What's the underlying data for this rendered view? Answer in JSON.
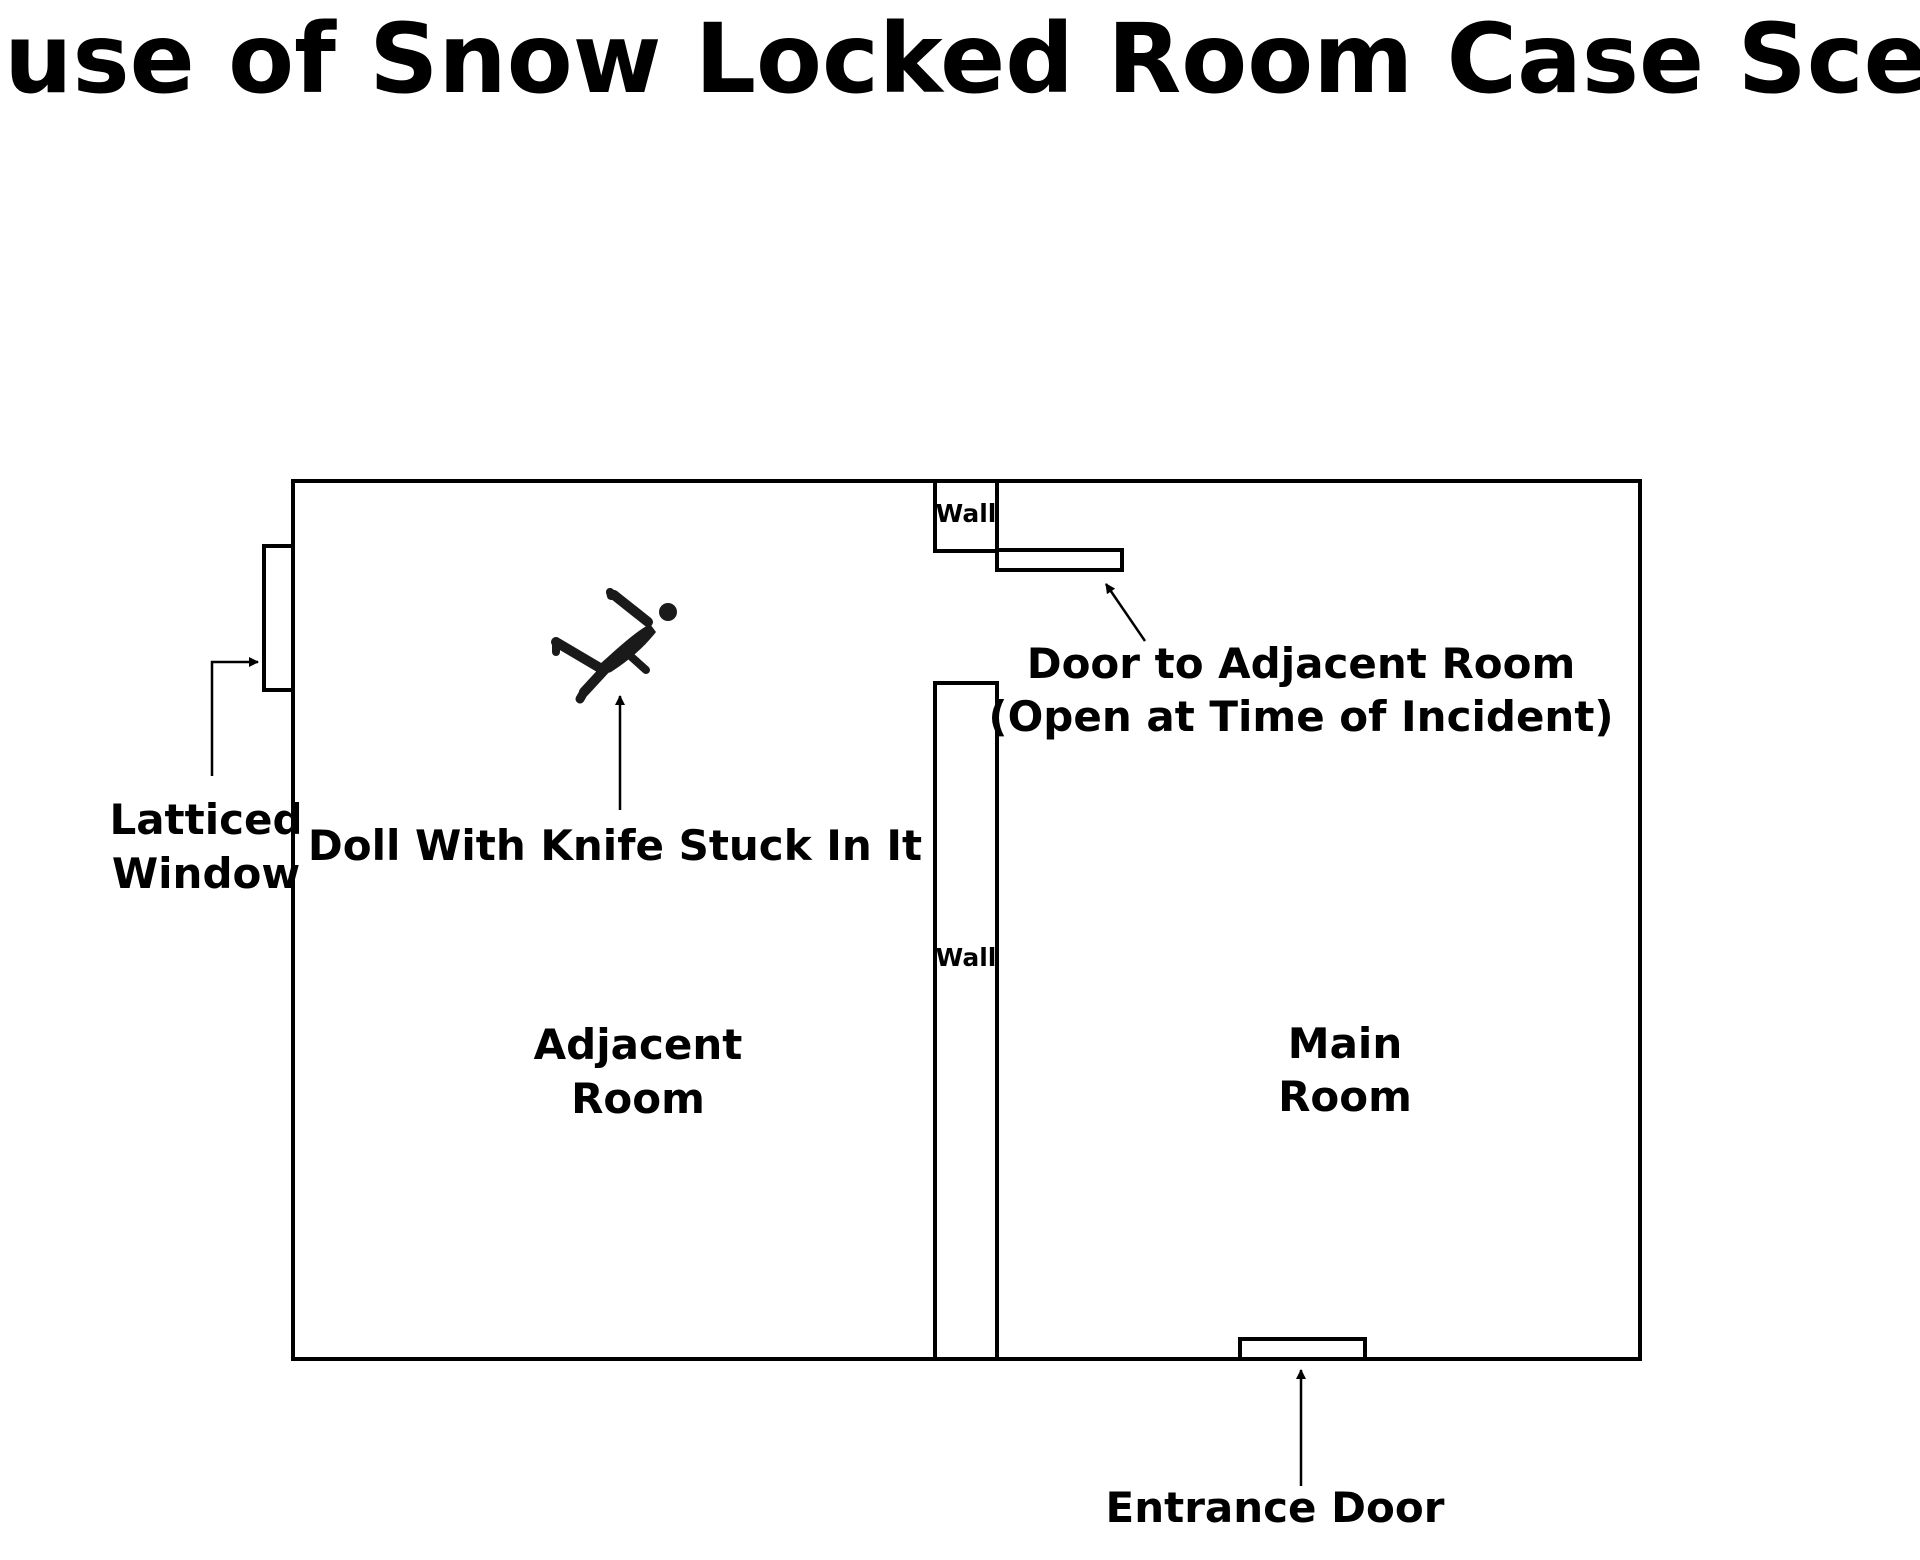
{
  "title": "House of Snow Locked Room Case Scene",
  "colors": {
    "ink": "#000000",
    "background": "#ffffff"
  },
  "labels": {
    "wall_top": "Wall",
    "wall_middle": "Wall",
    "adjacent_room_line1": "Adjacent",
    "adjacent_room_line2": "Room",
    "main_room_line1": "Main",
    "main_room_line2": "Room",
    "doll_label": "Doll With Knife Stuck In It",
    "window_label_line1": "Latticed",
    "window_label_line2": "Window",
    "inner_door_line1": "Door to Adjacent Room",
    "inner_door_line2": "(Open at Time of Incident)",
    "entrance_door": "Entrance Door"
  },
  "icons": {
    "doll": "fallen-person-icon"
  }
}
